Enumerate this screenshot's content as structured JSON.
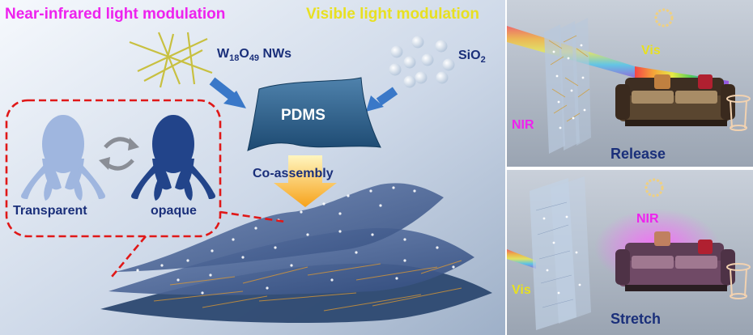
{
  "titles": {
    "nir_modulation": "Near-infrared light modulation",
    "vis_modulation": "Visible light modulation"
  },
  "materials": {
    "w18o49": {
      "base": "W",
      "sub1": "18",
      "mid": "O",
      "sub2": "49",
      "suffix": " NWs"
    },
    "sio2": {
      "base": "SiO",
      "sub": "2"
    },
    "pdms": "PDMS"
  },
  "process": {
    "coassembly": "Co-assembly"
  },
  "states": {
    "transparent": "Transparent",
    "opaque": "opaque"
  },
  "panels": {
    "release": {
      "title": "Release",
      "nir": "NIR",
      "vis": "Vis"
    },
    "stretch": {
      "title": "Stretch",
      "nir": "NIR",
      "vis": "Vis"
    }
  },
  "colors": {
    "nir_title": "#ee22ee",
    "vis_title": "#e8e020",
    "arrow_blue": "#3a78c8",
    "dark_blue": "#1a2f7a",
    "dashed_red": "#e01818"
  }
}
